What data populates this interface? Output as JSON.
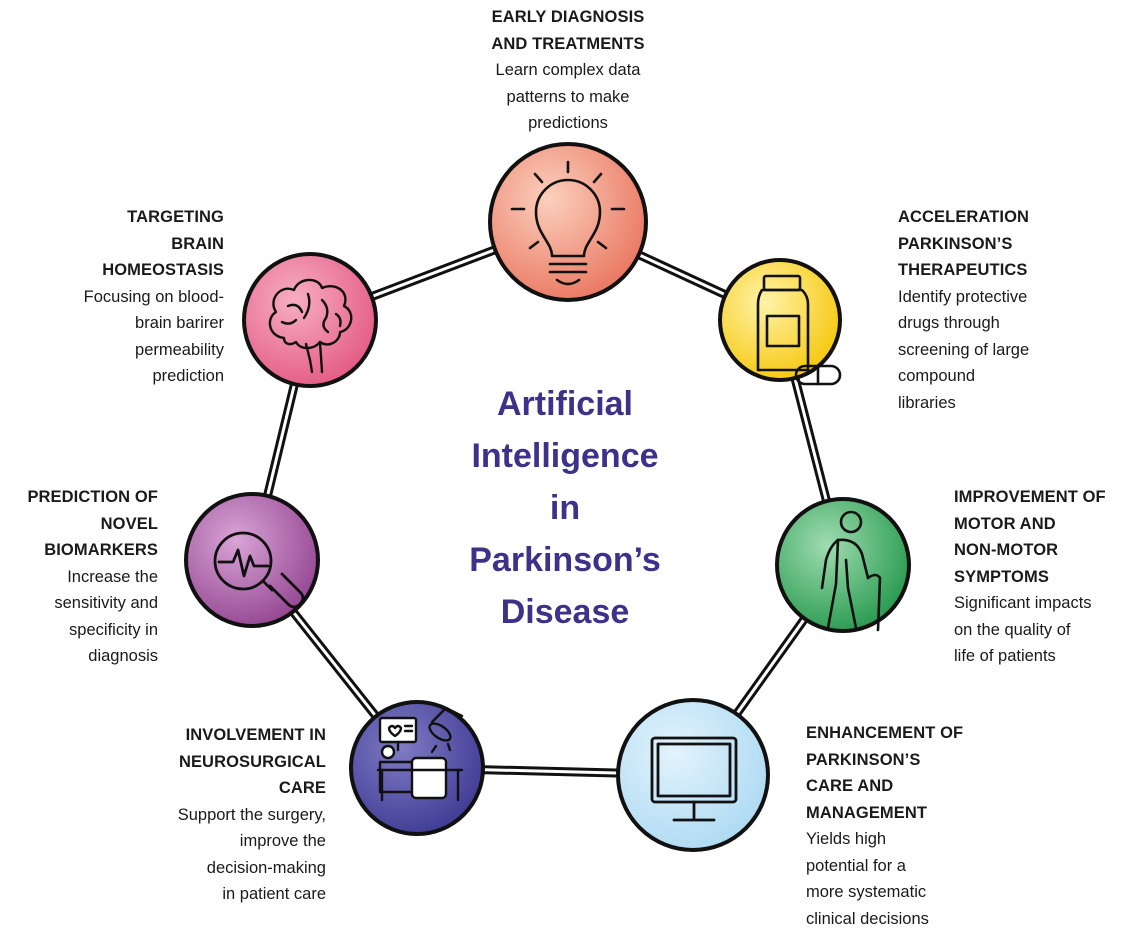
{
  "center_title_lines": [
    "Artificial",
    "Intelligence",
    "in",
    "Parkinson’s",
    "Disease"
  ],
  "nodes": [
    {
      "id": "early-diagnosis",
      "title_lines": [
        "EARLY DIAGNOSIS",
        "AND TREATMENTS"
      ],
      "desc_lines": [
        "Learn complex data",
        "patterns to make",
        "predictions"
      ],
      "icon": "lightbulb-icon",
      "color_light": "#fbd0bd",
      "color_dark": "#e8705a"
    },
    {
      "id": "acceleration-therapeutics",
      "title_lines": [
        "ACCELERATION",
        "PARKINSON’S",
        "THERAPEUTICS"
      ],
      "desc_lines": [
        "Identify protective",
        "drugs through",
        "screening of large",
        "compound",
        "libraries"
      ],
      "icon": "medicine-bottle-icon",
      "color_light": "#fff3a8",
      "color_dark": "#f5c400"
    },
    {
      "id": "motor-symptoms",
      "title_lines": [
        "IMPROVEMENT OF",
        "MOTOR AND",
        "NON-MOTOR",
        "SYMPTOMS"
      ],
      "desc_lines": [
        "Significant impacts",
        "on the quality of",
        "life of patients"
      ],
      "icon": "elderly-person-icon",
      "color_light": "#9fdcb0",
      "color_dark": "#1e9447"
    },
    {
      "id": "care-management",
      "title_lines": [
        "ENHANCEMENT OF",
        "PARKINSON’S",
        "CARE AND",
        "MANAGEMENT"
      ],
      "desc_lines": [
        "Yields high",
        "potential for a",
        "more systematic",
        "clinical decisions"
      ],
      "icon": "monitor-icon",
      "color_light": "#e3f3fc",
      "color_dark": "#a9d8f2"
    },
    {
      "id": "neurosurgical-care",
      "title_lines": [
        "INVOLVEMENT IN",
        "NEUROSURGICAL",
        "CARE"
      ],
      "desc_lines": [
        "Support the surgery,",
        "improve the",
        "decision-making",
        "in patient care"
      ],
      "icon": "surgery-icon",
      "color_light": "#7f7bc4",
      "color_dark": "#3a3791"
    },
    {
      "id": "novel-biomarkers",
      "title_lines": [
        "PREDICTION OF",
        "NOVEL",
        "BIOMARKERS"
      ],
      "desc_lines": [
        "Increase the",
        "sensitivity and",
        "specificity in",
        "diagnosis"
      ],
      "icon": "magnifier-pulse-icon",
      "color_light": "#d9a4d6",
      "color_dark": "#8e3f8c"
    },
    {
      "id": "brain-homeostasis",
      "title_lines": [
        "TARGETING",
        "BRAIN",
        "HOMEOSTASIS"
      ],
      "desc_lines": [
        "Focusing on blood-",
        "brain barirer",
        "permeability",
        "prediction"
      ],
      "icon": "brain-icon",
      "color_light": "#f7aec4",
      "color_dark": "#e2547e"
    }
  ]
}
